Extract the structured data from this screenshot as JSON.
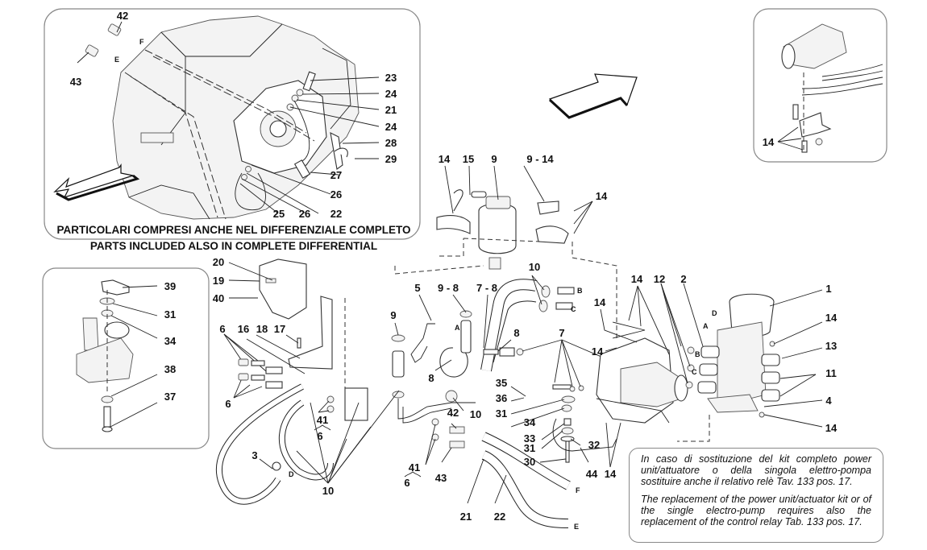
{
  "diagram": {
    "title_it": "PARTICOLARI COMPRESI ANCHE NEL DIFFERENZIALE COMPLETO",
    "title_en": "PARTS INCLUDED ALSO IN COMPLETE DIFFERENTIAL",
    "note_it": "In caso di sostituzione del kit completo power unit/attuatore o della singola elettro-pompa sostituire anche il relativo relè Tav. 133 pos. 17.",
    "note_en": "The replacement of the power unit/actuator kit or of the single electro-pump requires also the replacement of the control relay Tab. 133 pos. 17.",
    "callouts": {
      "inset_top_left": [
        "42",
        "43",
        "23",
        "24",
        "21",
        "24",
        "28",
        "29",
        "27",
        "26",
        "22",
        "25",
        "26"
      ],
      "inset_top_right": [
        "14"
      ],
      "inset_left": [
        "39",
        "31",
        "34",
        "38",
        "37"
      ],
      "reservoir": [
        "14",
        "15",
        "9",
        "9 - 14",
        "14"
      ],
      "bracket": [
        "20",
        "19",
        "40",
        "16",
        "18",
        "17",
        "6",
        "6"
      ],
      "hoses_center": [
        "5",
        "9 - 8",
        "7 - 8",
        "10",
        "9",
        "8",
        "8",
        "7",
        "10",
        "35",
        "36",
        "31",
        "34",
        "33",
        "31",
        "32",
        "30",
        "44",
        "14",
        "42",
        "43",
        "41",
        "6",
        "41",
        "6",
        "3",
        "10",
        "21",
        "22"
      ],
      "power_unit": [
        "14",
        "12",
        "2",
        "1",
        "14",
        "13",
        "11",
        "4",
        "14",
        "14",
        "14"
      ]
    },
    "port_letters": [
      "A",
      "B",
      "C",
      "D",
      "E",
      "F"
    ],
    "icons": [
      "arrow-front-left-icon",
      "arrow-rear-right-icon"
    ]
  }
}
